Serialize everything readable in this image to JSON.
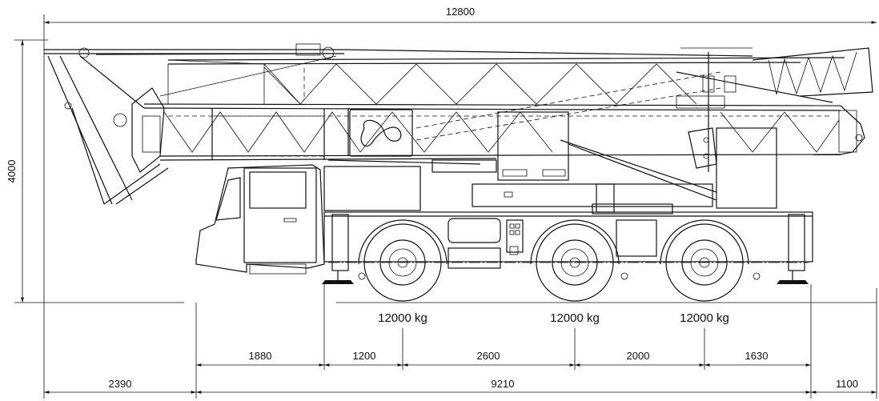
{
  "dimensions": {
    "overall_length": "12800",
    "height": "4000",
    "segments_lower": [
      "2390",
      "9210",
      "1100"
    ],
    "segments_upper": [
      "1880",
      "1200",
      "2600",
      "2000",
      "1630"
    ]
  },
  "axle_loads": [
    "12000 kg",
    "12000 kg",
    "12000 kg"
  ]
}
